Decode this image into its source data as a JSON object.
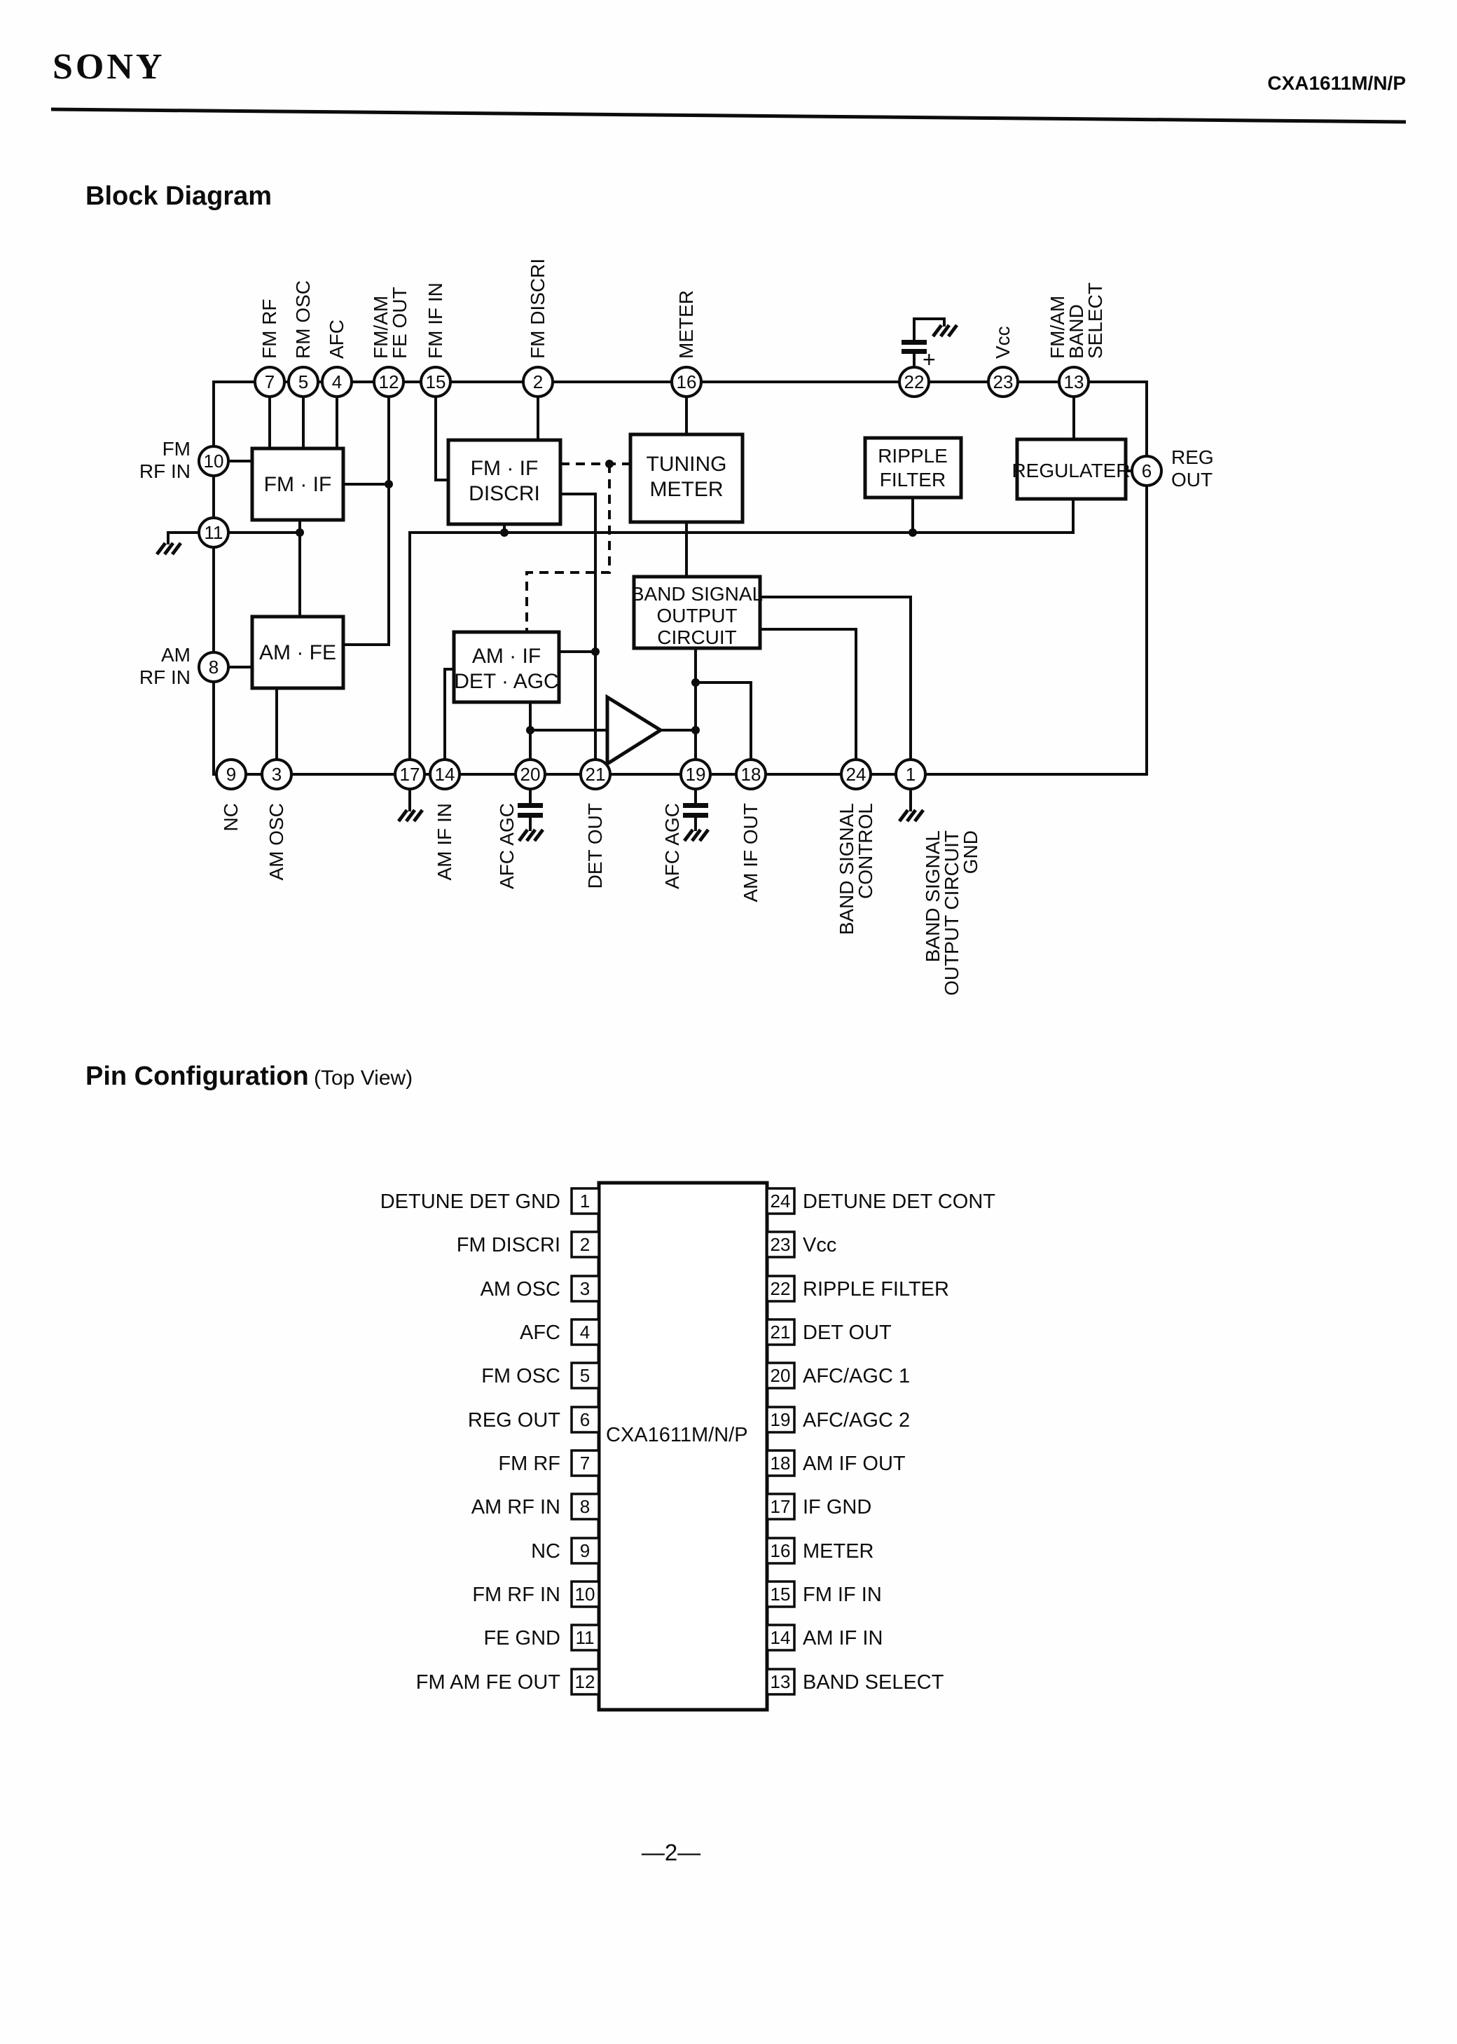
{
  "header": {
    "brand": "SONY",
    "part_number": "CXA1611M/N/P"
  },
  "block_diagram": {
    "title": "Block Diagram",
    "top_pins": [
      {
        "num": "7",
        "lines": [
          "FM RF"
        ]
      },
      {
        "num": "5",
        "lines": [
          "RM OSC"
        ]
      },
      {
        "num": "4",
        "lines": [
          "AFC"
        ]
      },
      {
        "num": "12",
        "lines": [
          "FM/AM",
          "FE OUT"
        ]
      },
      {
        "num": "15",
        "lines": [
          "FM IF IN"
        ]
      },
      {
        "num": "2",
        "lines": [
          "FM DISCRI"
        ]
      },
      {
        "num": "16",
        "lines": [
          "METER"
        ]
      },
      {
        "num": "22",
        "lines": []
      },
      {
        "num": "23",
        "lines": [
          "Vcc"
        ]
      },
      {
        "num": "13",
        "lines": [
          "FM/AM",
          "BAND",
          "SELECT"
        ]
      }
    ],
    "left_pins": [
      {
        "num": "10",
        "lines": [
          "FM",
          "RF IN"
        ]
      },
      {
        "num": "11",
        "lines": []
      },
      {
        "num": "8",
        "lines": [
          "AM",
          "RF IN"
        ]
      }
    ],
    "right_pins": [
      {
        "num": "6",
        "lines": [
          "REG",
          "OUT"
        ]
      }
    ],
    "bottom_pins": [
      {
        "num": "9",
        "lines": [
          "NC"
        ]
      },
      {
        "num": "3",
        "lines": [
          "AM OSC"
        ]
      },
      {
        "num": "17",
        "lines": []
      },
      {
        "num": "14",
        "lines": [
          "AM IF IN"
        ]
      },
      {
        "num": "20",
        "lines": [
          "AFC AGC"
        ]
      },
      {
        "num": "21",
        "lines": [
          "DET OUT"
        ]
      },
      {
        "num": "19",
        "lines": [
          "AFC AGC"
        ]
      },
      {
        "num": "18",
        "lines": [
          "AM IF OUT"
        ]
      },
      {
        "num": "24",
        "lines": [
          "BAND SIGNAL",
          "CONTROL"
        ]
      },
      {
        "num": "1",
        "lines": [
          "BAND SIGNAL",
          "OUTPUT CIRCUIT",
          "GND"
        ]
      }
    ],
    "blocks": {
      "fm_if": {
        "lines": [
          "FM · IF"
        ]
      },
      "fm_if_discri": {
        "lines": [
          "FM · IF",
          "DISCRI"
        ]
      },
      "tuning_meter": {
        "lines": [
          "TUNING",
          "METER"
        ]
      },
      "ripple_filter": {
        "lines": [
          "RIPPLE",
          "FILTER"
        ]
      },
      "regulater": {
        "lines": [
          "REGULATER"
        ]
      },
      "band_signal_output": {
        "lines": [
          "BAND SIGNAL",
          "OUTPUT",
          "CIRCUIT"
        ]
      },
      "am_fe": {
        "lines": [
          "AM · FE"
        ]
      },
      "am_if_det_agc": {
        "lines": [
          "AM · IF",
          "DET · AGC"
        ]
      }
    },
    "cap_plus": "+"
  },
  "pin_configuration": {
    "title": "Pin Configuration",
    "subtitle": "(Top View)",
    "chip_label": "CXA1611M/N/P",
    "left_pins": [
      {
        "num": "1",
        "label": "DETUNE DET GND"
      },
      {
        "num": "2",
        "label": "FM DISCRI"
      },
      {
        "num": "3",
        "label": "AM OSC"
      },
      {
        "num": "4",
        "label": "AFC"
      },
      {
        "num": "5",
        "label": "FM OSC"
      },
      {
        "num": "6",
        "label": "REG OUT"
      },
      {
        "num": "7",
        "label": "FM RF"
      },
      {
        "num": "8",
        "label": "AM RF IN"
      },
      {
        "num": "9",
        "label": "NC"
      },
      {
        "num": "10",
        "label": "FM RF IN"
      },
      {
        "num": "11",
        "label": "FE GND"
      },
      {
        "num": "12",
        "label": "FM AM FE OUT"
      }
    ],
    "right_pins": [
      {
        "num": "24",
        "label": "DETUNE DET CONT"
      },
      {
        "num": "23",
        "label": "Vcc"
      },
      {
        "num": "22",
        "label": "RIPPLE FILTER"
      },
      {
        "num": "21",
        "label": "DET OUT"
      },
      {
        "num": "20",
        "label": "AFC/AGC 1"
      },
      {
        "num": "19",
        "label": "AFC/AGC 2"
      },
      {
        "num": "18",
        "label": "AM IF OUT"
      },
      {
        "num": "17",
        "label": "IF GND"
      },
      {
        "num": "16",
        "label": "METER"
      },
      {
        "num": "15",
        "label": "FM IF IN"
      },
      {
        "num": "14",
        "label": "AM IF IN"
      },
      {
        "num": "13",
        "label": "BAND SELECT"
      }
    ]
  },
  "footer": {
    "page_number": "—2—"
  }
}
